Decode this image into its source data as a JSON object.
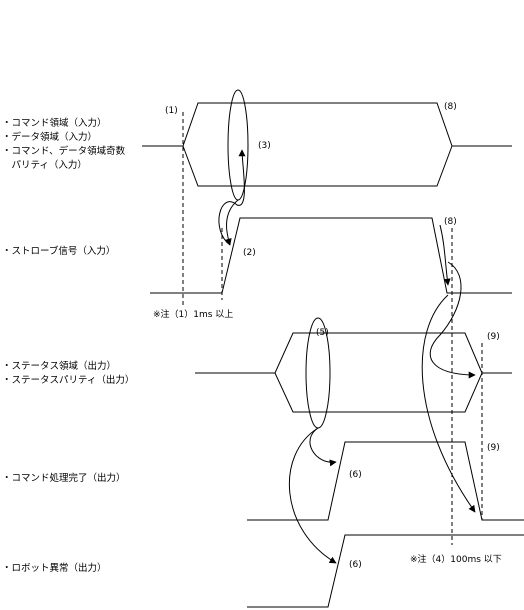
{
  "signals": {
    "cmd_area": [
      "・コマンド領域（入力）",
      "・データ領域（入力）",
      "・コマンド、データ領域奇数",
      "　パリティ（入力）"
    ],
    "strobe": "・ストローブ信号（入力）",
    "status_area": [
      "・ステータス領域（出力）",
      "・ステータスパリティ（出力）"
    ],
    "cmd_complete": "・コマンド処理完了（出力）",
    "robot_error": "・ロボット異常（出力）"
  },
  "annotations": {
    "n1": "(1)",
    "n2": "(2)",
    "n3": "(3)",
    "n5": "(5)",
    "n6a": "(6)",
    "n6b": "(6)",
    "n8a": "(8)",
    "n8b": "(8)",
    "n9a": "(9)",
    "n9b": "(9)",
    "note1": "※注（1）1ms 以上",
    "note4": "※注（4）100ms 以下"
  }
}
